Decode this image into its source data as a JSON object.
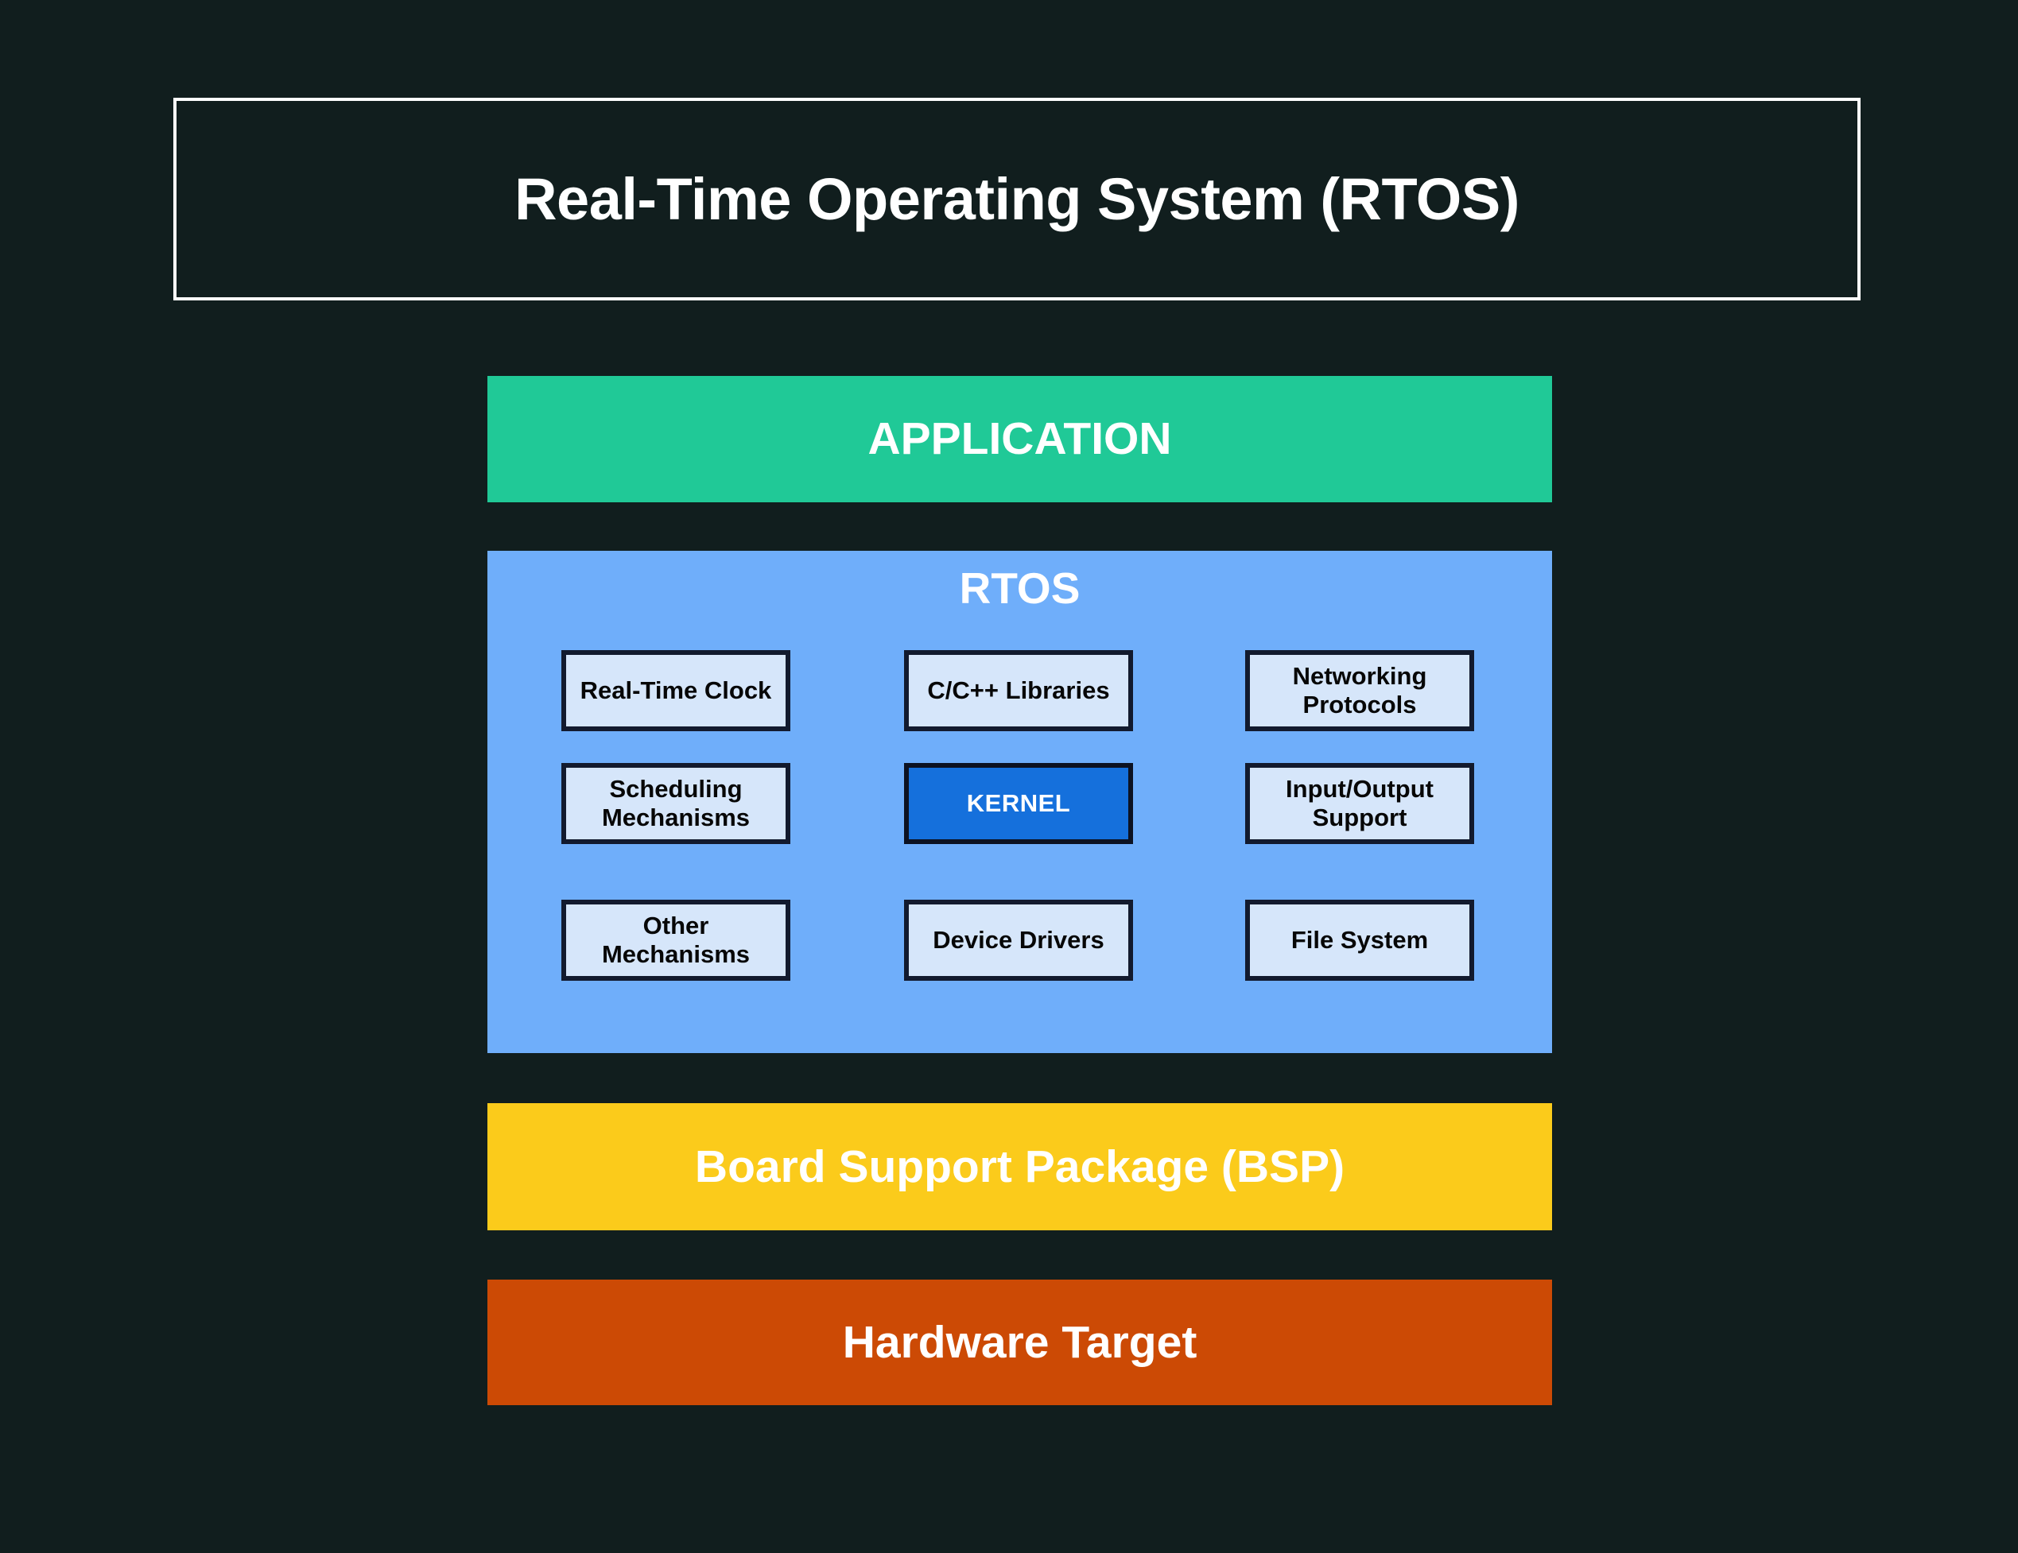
{
  "page": {
    "background_color": "#111e1e",
    "title": "Real-Time Operating System (RTOS)"
  },
  "layers": {
    "application": {
      "label": "APPLICATION",
      "color": "#20c997",
      "text_color": "#ffffff"
    },
    "rtos": {
      "label": "RTOS",
      "color": "#6faefa",
      "text_color": "#ffffff",
      "components": [
        {
          "label": "Real-Time Clock",
          "highlight": false,
          "fill": "#d6e6fa",
          "text_color": "#070707"
        },
        {
          "label": "C/C++ Libraries",
          "highlight": false,
          "fill": "#d6e6fa",
          "text_color": "#070707"
        },
        {
          "label": "Networking Protocols",
          "highlight": false,
          "fill": "#d6e6fa",
          "text_color": "#070707"
        },
        {
          "label": "Scheduling Mechanisms",
          "highlight": false,
          "fill": "#d6e6fa",
          "text_color": "#070707"
        },
        {
          "label": "KERNEL",
          "highlight": true,
          "fill": "#1570dc",
          "text_color": "#ffffff"
        },
        {
          "label": "Input/Output Support",
          "highlight": false,
          "fill": "#d6e6fa",
          "text_color": "#070707"
        },
        {
          "label": "Other Mechanisms",
          "highlight": false,
          "fill": "#d6e6fa",
          "text_color": "#070707"
        },
        {
          "label": "Device Drivers",
          "highlight": false,
          "fill": "#d6e6fa",
          "text_color": "#070707"
        },
        {
          "label": "File System",
          "highlight": false,
          "fill": "#d6e6fa",
          "text_color": "#070707"
        }
      ]
    },
    "bsp": {
      "label": "Board Support Package (BSP)",
      "color": "#fbcb1b",
      "text_color": "#ffffff"
    },
    "hardware": {
      "label": "Hardware Target",
      "color": "#cc4a05",
      "text_color": "#ffffff"
    }
  }
}
